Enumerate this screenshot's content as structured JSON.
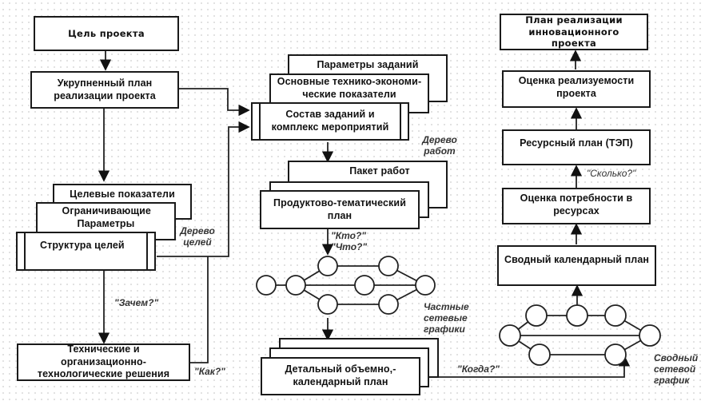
{
  "diagram": {
    "left_column": {
      "goal": "Цель проекта",
      "enlarged_plan": "Укрупненный план реализации проекта",
      "target_indicators": "Целевые показатели",
      "limiting_parameters": "Ограничивающие Параметры",
      "goal_structure": "Структура целей",
      "goal_tree_label": "Дерево целей",
      "why_label": "\"Зачем?\"",
      "tech_solutions": "Технические и организационно-технологические решения",
      "how_label": "\"Как?\""
    },
    "middle_column": {
      "task_parameters": "Параметры заданий",
      "main_indicators": "Основные технико-экономи-ческие показатели",
      "task_composition": "Состав заданий и комплекс мероприятий",
      "work_tree_label": "Дерево работ",
      "work_package": "Пакет работ",
      "product_plan": "Продуктово-тематический план",
      "who_label": "\"Кто?\"",
      "what_label": "\"Что?\"",
      "private_networks_label": "Частные сетевые графики",
      "detailed_plan": "Детальный объемно,-календарный план",
      "when_label": "\"Когда?\""
    },
    "right_column": {
      "innovation_plan": "План реализации инновационного проекта",
      "feasibility": "Оценка реализуемости проекта",
      "resource_plan": "Ресурсный план (ТЭП)",
      "how_much_label": "\"Сколько?\"",
      "resource_needs": "Оценка потребности в ресурсах",
      "summary_calendar": "Сводный календарный план",
      "summary_network_label": "Сводный сетевой график"
    }
  }
}
